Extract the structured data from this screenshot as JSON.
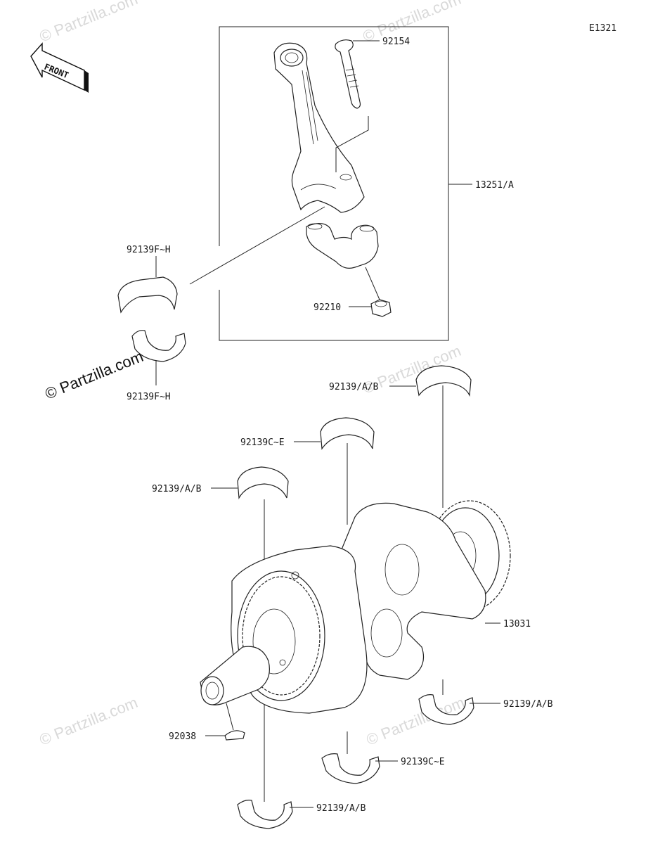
{
  "diagram_code": "E1321",
  "front_label": "FRONT",
  "watermark": "© Partzilla.com",
  "callouts": {
    "bolt": "92154",
    "rod_assembly": "13251/A",
    "rod_bearing_upper": "92139F~H",
    "rod_bearing_lower": "92139F~H",
    "nut": "92210",
    "main_bearing_right_top": "92139/A/B",
    "thrust_bearing_top": "92139C~E",
    "main_bearing_left_top": "92139/A/B",
    "crankshaft": "13031",
    "key": "92038",
    "main_bearing_right_bottom": "92139/A/B",
    "thrust_bearing_bottom": "92139C~E",
    "main_bearing_left_bottom": "92139/A/B"
  }
}
